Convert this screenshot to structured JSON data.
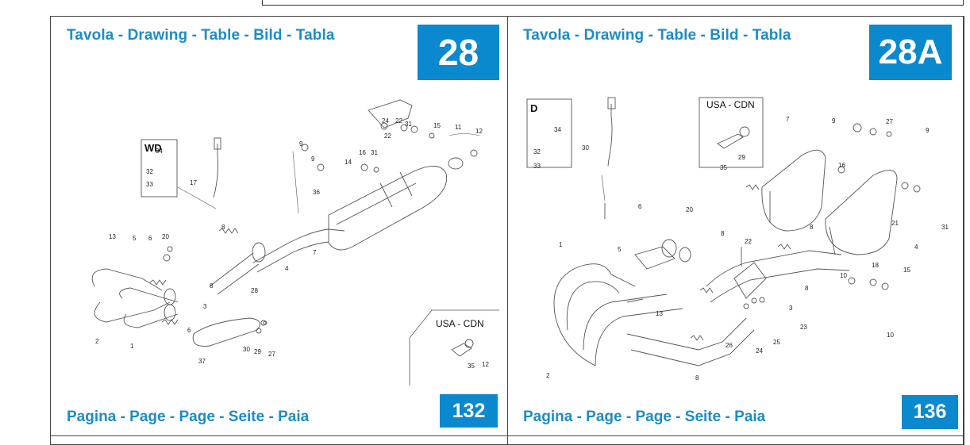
{
  "left_panel": {
    "heading": "Tavola - Drawing - Table - Bild - Tabla",
    "table_number": "28",
    "footer": "Pagina - Page - Page - Seite - Paia",
    "page_number": "132",
    "inset_wd": "WD",
    "inset_usa": "USA - CDN",
    "labels": [
      "34",
      "32",
      "33",
      "17",
      "9",
      "9",
      "14",
      "36",
      "16",
      "31",
      "24",
      "22",
      "31",
      "15",
      "11",
      "12",
      "22",
      "13",
      "5",
      "6",
      "20",
      "8",
      "8",
      "3",
      "28",
      "4",
      "7",
      "2",
      "1",
      "6",
      "30",
      "29",
      "27",
      "37",
      "35",
      "12"
    ]
  },
  "right_panel": {
    "heading": "Tavola - Drawing - Table - Bild - Tabla",
    "table_number": "28A",
    "footer": "Pagina - Page - Page - Seite - Paia",
    "page_number": "136",
    "inset_d": "D",
    "inset_usa": "USA - CDN",
    "labels": [
      "34",
      "32",
      "33",
      "30",
      "29",
      "35",
      "7",
      "9",
      "27",
      "9",
      "16",
      "31",
      "21",
      "4",
      "6",
      "20",
      "8",
      "8",
      "22",
      "1",
      "5",
      "13",
      "3",
      "8",
      "18",
      "15",
      "10",
      "10",
      "26",
      "24",
      "25",
      "23",
      "2",
      "8"
    ]
  }
}
